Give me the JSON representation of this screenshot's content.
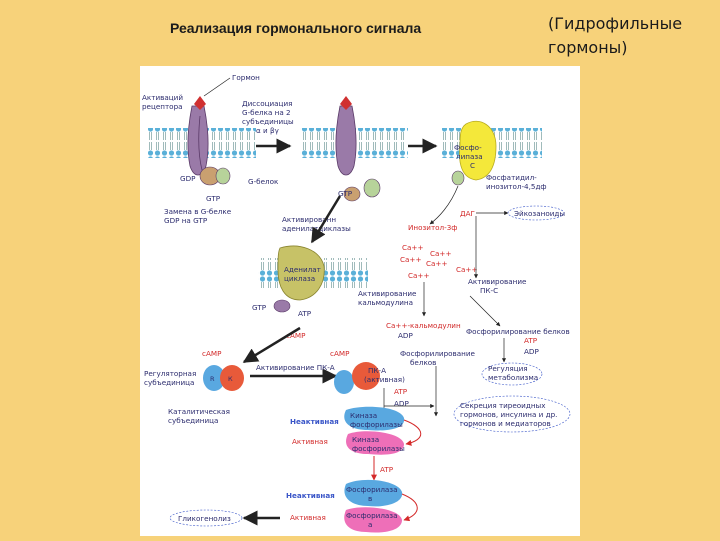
{
  "header": {
    "title": "Реализация гормонального сигнала",
    "subtitle_line1": "(Гидрофильные",
    "subtitle_line2": "гормоны)"
  },
  "diagram": {
    "hormone": "Гормон",
    "active_receptor_1": "Активаций",
    "active_receptor_2": "рецептора",
    "dissociation_1": "Диссоциация",
    "dissociation_2": "G-белка на 2",
    "dissociation_3": "субъединицы",
    "dissociation_4": "α и βγ",
    "gdp": "GDP",
    "gtp": "GTP",
    "g_protein": "G-белок",
    "replace_1": "Замена в G-белке",
    "replace_2": "GDP на GTP",
    "phospholipase_1": "Фосфо-",
    "phospholipase_2": "липаза",
    "phospholipase_3": "С",
    "pip_1": "Фосфатидил-",
    "pip_2": "инозитол-4,5дф",
    "dag": "ДАГ",
    "eicosanoids": "Эйкозаноиды",
    "inositol": "Инозитол-3ф",
    "ca1": "Ca++",
    "ca2": "Ca++",
    "ca3": "Ca++",
    "ca4": "Ca++",
    "ca5": "Ca++",
    "ca6": "Ca++",
    "activated_ac_1": "Активированн",
    "activated_ac_2": "аденилатциклазы",
    "adenylate_1": "Аденилат",
    "adenylate_2": "циклаза",
    "atp": "ATP",
    "gtp2": "GTP",
    "camp1": "cAMP",
    "camp2": "cAMP",
    "camp3": "cAMP",
    "activation_pkc_1": "Активирование",
    "activation_pkc_2": "ПК-С",
    "activation_calm_1": "Активирование",
    "activation_calm_2": "кальмодулина",
    "ca_calmodulin": "Ca++-кальмодулин",
    "phos_proteins": "Фосфорилирование белков",
    "atp2": "ATP",
    "adp2": "ADP",
    "regulation_1": "Регуляция",
    "regulation_2": "метаболизма",
    "adp1": "ADP",
    "phos_prot_1": "Фосфорилирование",
    "phos_prot_2": "белков",
    "regulatory_1": "Регуляторная",
    "regulatory_2": "субъединица",
    "activation_pka": "Активирование ПК-А",
    "pka_1": "ПК-А",
    "pka_2": "(активная)",
    "r_label": "R",
    "k_label": "К",
    "catalytic_1": "Каталитическая",
    "catalytic_2": "субъединица",
    "atp3": "ATP",
    "adp3": "ADP",
    "secretion_1": "Секреция тиреоидных",
    "secretion_2": "гормонов, инсулина и др.",
    "secretion_3": "гормонов и медиаторов",
    "inactive1": "Неактивная",
    "active1": "Активная",
    "kinase_inactive_1": "Киназа",
    "kinase_inactive_2": "фосфорилазы",
    "kinase_active_1": "Киназа",
    "kinase_active_2": "фосфорилазы",
    "atp4": "ATP",
    "inactive2": "Неактивная",
    "active2": "Активная",
    "phosphorylase_b_1": "Фосфорилаза",
    "phosphorylase_b_2": "в",
    "phosphorylase_a_1": "Фосфорилаза",
    "phosphorylase_a_2": "а",
    "glycogenolysis": "Гликогенолиз",
    "alpha": "α",
    "beta": "β",
    "gamma": "γ"
  },
  "colors": {
    "background": "#f7d27a",
    "receptor": "#9a7aa8",
    "hormone": "#d03030",
    "g_protein_alpha": "#c9a070",
    "membrane_head": "#5ab0d8",
    "phospholipase": "#f4e83a",
    "adenylate_cyclase": "#c7c267",
    "pka_subunit": "#e85a3a",
    "kinase_inactive": "#59a8e0",
    "kinase_active": "#ee6fb8",
    "arrow": "#222222",
    "arrow_red": "#d42a2a"
  }
}
